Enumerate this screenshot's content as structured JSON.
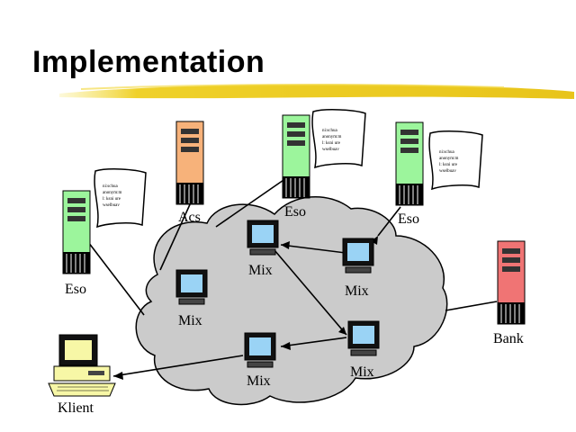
{
  "slide": {
    "title": "Implementation"
  },
  "nodes": {
    "eso_left": "Eso",
    "acs": "Acs",
    "eso_top": "Eso",
    "eso_right": "Eso",
    "bank": "Bank",
    "klient": "Klient"
  },
  "mixes": [
    "Mix",
    "Mix",
    "Mix",
    "Mix",
    "Mix"
  ],
  "notes": [
    [
      "ni:schua",
      "anonym:m",
      "l: ksni ure",
      "wselbuav"
    ],
    [
      "ni:schua",
      "anonym:m",
      "l: ksni ure",
      "wselbuav"
    ],
    [
      "ni:schua",
      "anonym:m",
      "l: ksni ure",
      "wselbuav"
    ]
  ],
  "colors": {
    "eso": "#9cf59c",
    "acs": "#f7b27a",
    "bank": "#f07474",
    "klient": "#f7f7a6",
    "monitor_screen": "#9ad3f5",
    "cloud": "#cbcbcb",
    "underline": "#f0d225"
  }
}
